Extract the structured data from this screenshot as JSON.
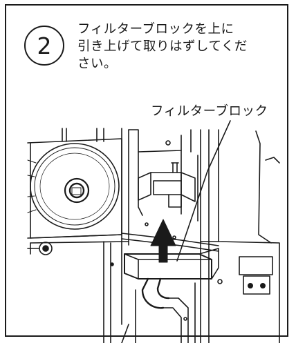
{
  "step": {
    "number": "2",
    "instruction_lines": [
      "フィルターブロックを上に",
      "引き上げて取りはずしてくだ",
      "さい。"
    ]
  },
  "callout": {
    "label": "フィルターブロック"
  }
}
